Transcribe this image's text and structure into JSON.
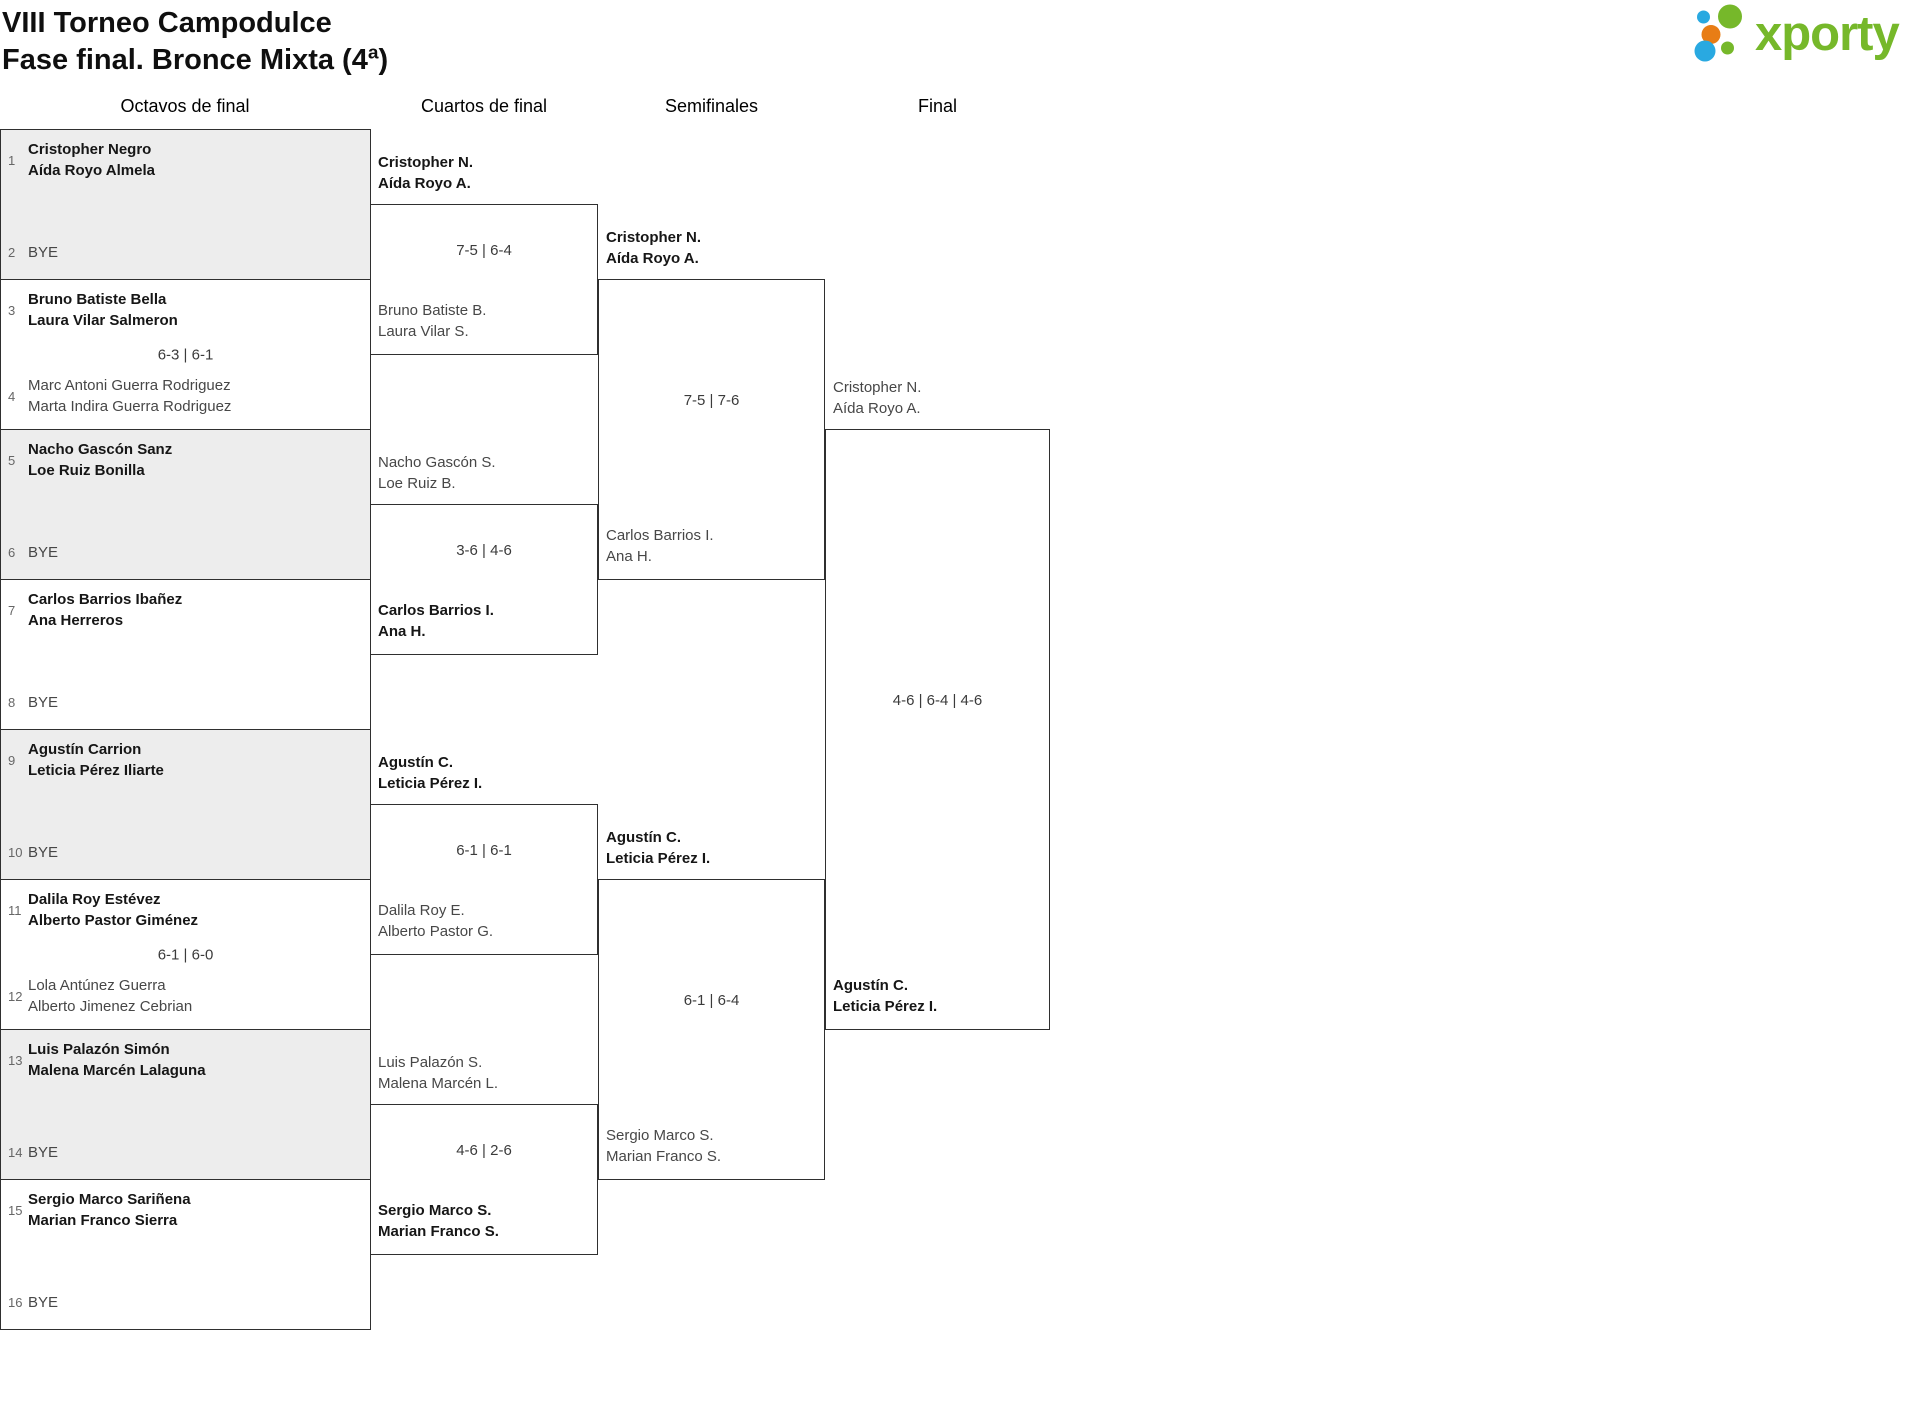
{
  "title": {
    "line1": "VIII Torneo Campodulce",
    "line2": "Fase final. Bronce Mixta (4ª)"
  },
  "logo": {
    "brand": "xporty",
    "colors": {
      "green": "#76b82a",
      "blue": "#29a9e1",
      "orange": "#e87d15"
    }
  },
  "round_headers": [
    "Octavos de final",
    "Cuartos de final",
    "Semifinales",
    "Final"
  ],
  "colors": {
    "shaded_box": "#ededed",
    "line": "#2f2f2f",
    "winner_text": "#161616",
    "loser_text": "#474747"
  },
  "octavos": [
    {
      "shaded": true,
      "score": "",
      "a": {
        "n": "1",
        "l1": "Cristopher Negro",
        "l2": "Aída Royo Almela",
        "winner": true
      },
      "b": {
        "n": "2",
        "l1": "BYE",
        "l2": "",
        "winner": false,
        "bye": true
      }
    },
    {
      "shaded": false,
      "score": "6-3 | 6-1",
      "a": {
        "n": "3",
        "l1": "Bruno Batiste Bella",
        "l2": "Laura Vilar Salmeron",
        "winner": true
      },
      "b": {
        "n": "4",
        "l1": "Marc Antoni Guerra Rodriguez",
        "l2": "Marta Indira Guerra Rodriguez",
        "winner": false
      }
    },
    {
      "shaded": true,
      "score": "",
      "a": {
        "n": "5",
        "l1": "Nacho Gascón Sanz",
        "l2": "Loe Ruiz Bonilla",
        "winner": true
      },
      "b": {
        "n": "6",
        "l1": "BYE",
        "l2": "",
        "winner": false,
        "bye": true
      }
    },
    {
      "shaded": false,
      "score": "",
      "a": {
        "n": "7",
        "l1": "Carlos Barrios Ibañez",
        "l2": "Ana Herreros",
        "winner": true
      },
      "b": {
        "n": "8",
        "l1": "BYE",
        "l2": "",
        "winner": false,
        "bye": true
      }
    },
    {
      "shaded": true,
      "score": "",
      "a": {
        "n": "9",
        "l1": "Agustín Carrion",
        "l2": "Leticia Pérez Iliarte",
        "winner": true
      },
      "b": {
        "n": "10",
        "l1": "BYE",
        "l2": "",
        "winner": false,
        "bye": true
      }
    },
    {
      "shaded": false,
      "score": "6-1 | 6-0",
      "a": {
        "n": "11",
        "l1": "Dalila Roy Estévez",
        "l2": "Alberto Pastor Giménez",
        "winner": true
      },
      "b": {
        "n": "12",
        "l1": "Lola Antúnez Guerra",
        "l2": "Alberto Jimenez Cebrian",
        "winner": false
      }
    },
    {
      "shaded": true,
      "score": "",
      "a": {
        "n": "13",
        "l1": "Luis Palazón Simón",
        "l2": "Malena Marcén Lalaguna",
        "winner": true
      },
      "b": {
        "n": "14",
        "l1": "BYE",
        "l2": "",
        "winner": false,
        "bye": true
      }
    },
    {
      "shaded": false,
      "score": "",
      "a": {
        "n": "15",
        "l1": "Sergio Marco Sariñena",
        "l2": "Marian Franco Sierra",
        "winner": true
      },
      "b": {
        "n": "16",
        "l1": "BYE",
        "l2": "",
        "winner": false,
        "bye": true
      }
    }
  ],
  "cuartos": [
    {
      "score": "7-5 | 6-4",
      "a": {
        "l1": "Cristopher N.",
        "l2": "Aída Royo A.",
        "winner": true
      },
      "b": {
        "l1": "Bruno Batiste B.",
        "l2": "Laura Vilar S.",
        "winner": false
      }
    },
    {
      "score": "3-6 | 4-6",
      "a": {
        "l1": "Nacho Gascón S.",
        "l2": "Loe Ruiz B.",
        "winner": false
      },
      "b": {
        "l1": "Carlos Barrios I.",
        "l2": "Ana H.",
        "winner": true
      }
    },
    {
      "score": "6-1 | 6-1",
      "a": {
        "l1": "Agustín C.",
        "l2": "Leticia Pérez I.",
        "winner": true
      },
      "b": {
        "l1": "Dalila Roy E.",
        "l2": "Alberto Pastor G.",
        "winner": false
      }
    },
    {
      "score": "4-6 | 2-6",
      "a": {
        "l1": "Luis Palazón S.",
        "l2": "Malena Marcén L.",
        "winner": false
      },
      "b": {
        "l1": "Sergio Marco S.",
        "l2": "Marian Franco S.",
        "winner": true
      }
    }
  ],
  "semifinales": [
    {
      "score": "7-5 | 7-6",
      "a": {
        "l1": "Cristopher N.",
        "l2": "Aída Royo A.",
        "winner": true
      },
      "b": {
        "l1": "Carlos Barrios I.",
        "l2": "Ana H.",
        "winner": false
      }
    },
    {
      "score": "6-1 | 6-4",
      "a": {
        "l1": "Agustín C.",
        "l2": "Leticia Pérez I.",
        "winner": true
      },
      "b": {
        "l1": "Sergio Marco S.",
        "l2": "Marian Franco S.",
        "winner": false
      }
    }
  ],
  "final": {
    "score": "4-6 | 6-4 | 4-6",
    "a": {
      "l1": "Cristopher N.",
      "l2": "Aída Royo A.",
      "winner": false
    },
    "b": {
      "l1": "Agustín C.",
      "l2": "Leticia Pérez I.",
      "winner": true
    }
  }
}
